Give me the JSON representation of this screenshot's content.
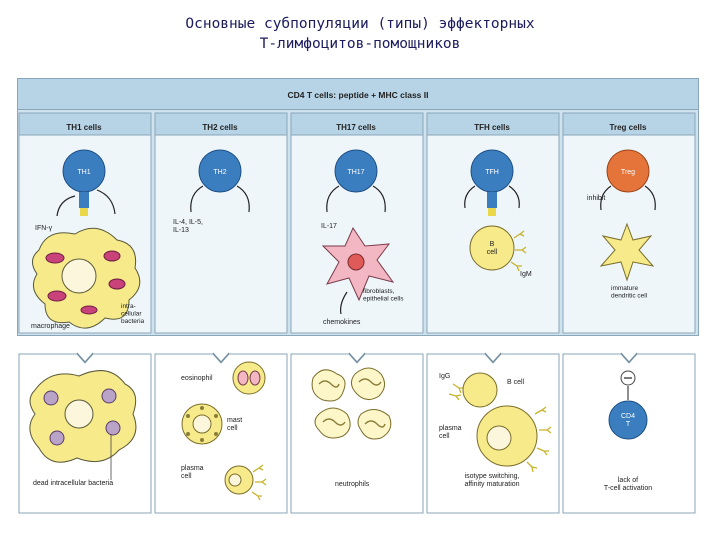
{
  "title": {
    "line1": "Основные субпопуляции (типы) эффекторных",
    "line2": "Т-лимфоцитов-помощников"
  },
  "figure": {
    "header": "CD4 T cells: peptide + MHC class II",
    "colors": {
      "panel_bg": "#cfe3ef",
      "outcome_bg": "#e1ecf2",
      "cell_blue": "#3b7ec0",
      "cell_orange": "#e5743b",
      "yellow": "#f7ea8a",
      "pink": "#c9427a",
      "receptor_yellow": "#e9d84a"
    },
    "columns": [
      {
        "heading": "TH1 cells",
        "cell_label": "TH1",
        "cytokine": "IFN-γ",
        "target_labels": [
          "macrophage",
          "intra-\ncellular\nbacteria"
        ],
        "outcome_labels": [
          "dead intracellular bacteria"
        ]
      },
      {
        "heading": "TH2 cells",
        "cell_label": "TH2",
        "cytokine": "IL-4, IL-5,\nIL-13",
        "target_labels": [],
        "outcome_labels": [
          "eosinophil",
          "mast\ncell",
          "plasma\ncell"
        ]
      },
      {
        "heading": "TH17 cells",
        "cell_label": "TH17",
        "cytokine": "IL-17",
        "target_labels": [
          "fibroblasts,\nepithelial cells",
          "chemokines"
        ],
        "outcome_labels": [
          "neutrophils"
        ]
      },
      {
        "heading": "TFH cells",
        "cell_label": "TFH",
        "cytokine": "",
        "target_labels": [
          "B\ncell",
          "IgM"
        ],
        "outcome_labels": [
          "IgG",
          "B cell",
          "plasma\ncell",
          "isotype switching,\naffinity maturation"
        ]
      },
      {
        "heading": "Treg cells",
        "cell_label": "Treg",
        "cytokine": "inhibit",
        "target_labels": [
          "immature\ndendritic cell"
        ],
        "outcome_labels": [
          "CD4\nT",
          "lack of\nT-cell activation"
        ]
      }
    ]
  }
}
